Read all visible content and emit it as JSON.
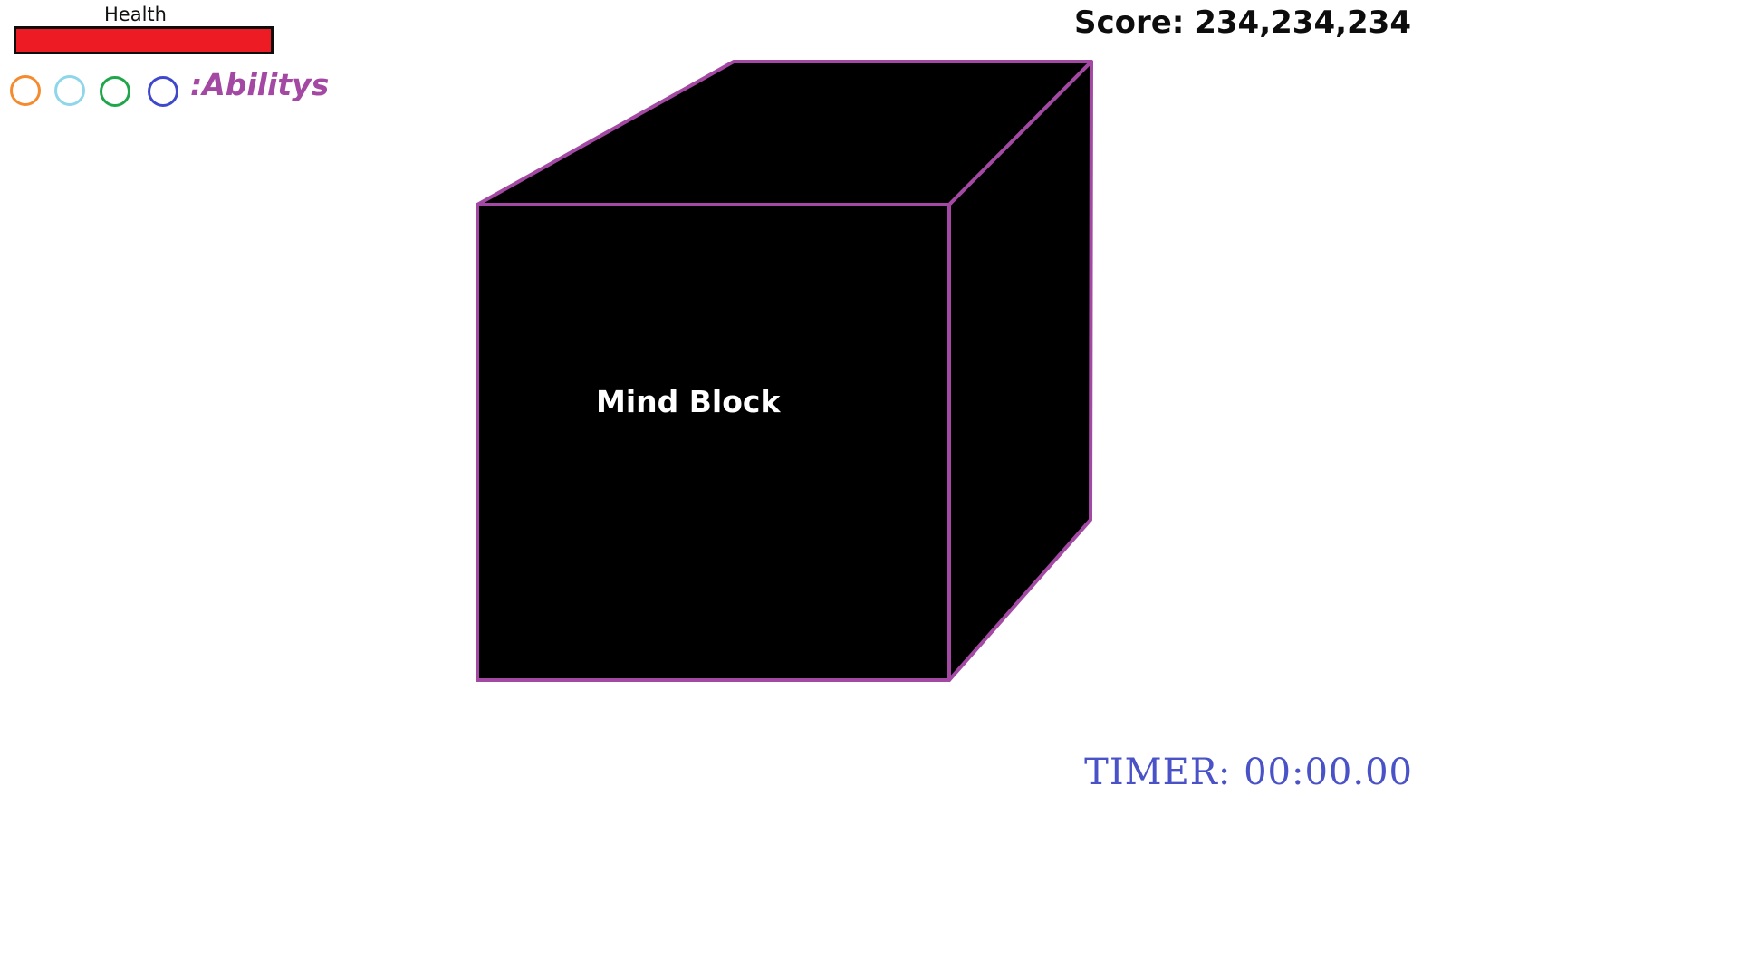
{
  "hud": {
    "health": {
      "label": "Health",
      "fraction": 1.0,
      "fill_color": "#ed1c24",
      "border_color": "#0d0d0d"
    },
    "abilities": {
      "label": ":Abilitys",
      "label_color": "#a349a4",
      "rings": [
        {
          "name": "ability-orange",
          "color": "#f58b2d"
        },
        {
          "name": "ability-light-blue",
          "color": "#8fd6ea"
        },
        {
          "name": "ability-green",
          "color": "#1fa64a"
        },
        {
          "name": "ability-blue",
          "color": "#3f48cc"
        }
      ]
    },
    "score": {
      "text": "Score: 234,234,234"
    },
    "timer": {
      "text": "TIMER: 00:00.00",
      "color": "#4a52c8"
    }
  },
  "block": {
    "label": "Mind Block",
    "fill_color": "#000000",
    "edge_color": "#a349a4",
    "label_color": "#ffffff"
  }
}
